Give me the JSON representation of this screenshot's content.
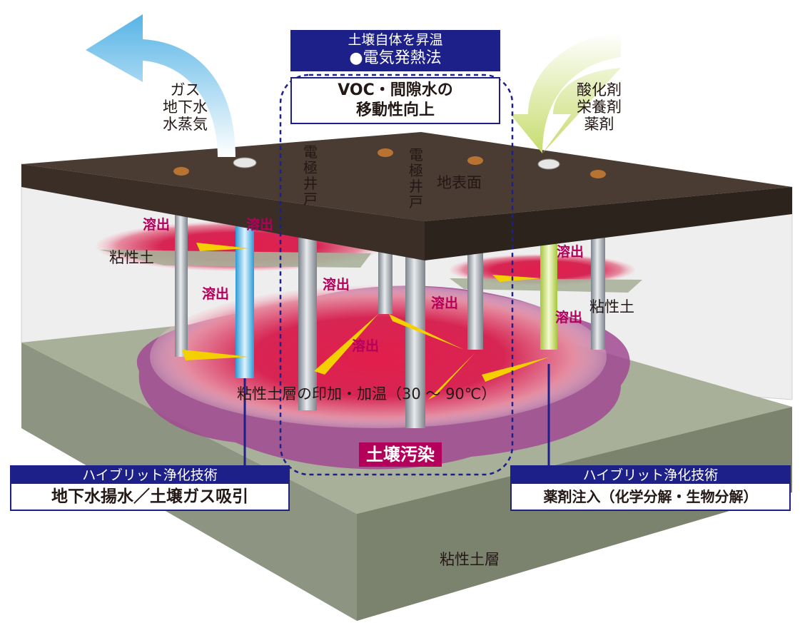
{
  "top_box": {
    "line1": "土壌自体を昇温",
    "line2": "●電気発熱法",
    "effect": "VOC・間隙水の\n移動性向上"
  },
  "left_outflow": "ガス\n地下水\n水蒸気",
  "right_inflow": "酸化剤\n栄養剤\n薬剤",
  "electrode_well_label": "電極井戸",
  "ground_surface": "地表面",
  "clay_soil": "粘性土",
  "elution": "溶出",
  "heating_label": "粘性土層の印加・加温（30 ～ 90℃）",
  "contamination": "土壌汚染",
  "clay_layer": "粘性土層",
  "left_box": {
    "head": "ハイブリット浄化技術",
    "body": "地下水揚水／土壌ガス吸引"
  },
  "right_box": {
    "head": "ハイブリット浄化技術",
    "body": "薬剤注入（化学分解・生物分解）"
  },
  "colors": {
    "navy": "#1d2088",
    "magenta": "#b5005b",
    "surface": "#4a3c32",
    "ground": "#a8b09a",
    "contamination": "#d4244f"
  }
}
